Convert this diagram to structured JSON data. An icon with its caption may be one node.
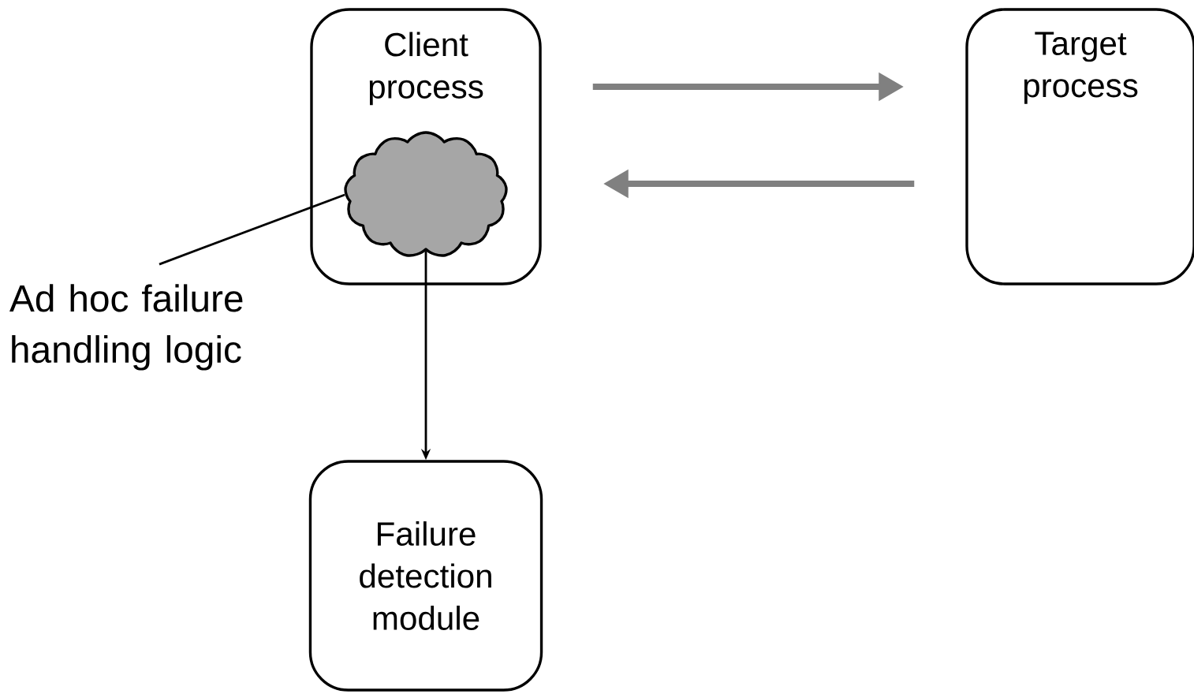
{
  "diagram": {
    "nodes": [
      {
        "text": [
          "Client process"
        ]
      },
      {
        "text": [],
        "shape": "cloud",
        "in": 0
      },
      {
        "text": [
          "Target process"
        ]
      },
      {
        "text": [
          "Failure detection module"
        ]
      },
      {
        "text": [
          "Ad hoc failure handling logic"
        ]
      }
    ],
    "edges": [
      {
        "from": 0,
        "to": 2,
        "arrow": "to",
        "style": "thick",
        "color": "#808080"
      },
      {
        "from": 2,
        "to": 0,
        "arrow": "to",
        "style": "thick",
        "color": "#808080"
      },
      {
        "from": 1,
        "to": 3,
        "arrow": "to",
        "color": "#000000"
      },
      {
        "from": 4,
        "to": 1,
        "arrow": "none",
        "color": "#000000"
      }
    ]
  }
}
